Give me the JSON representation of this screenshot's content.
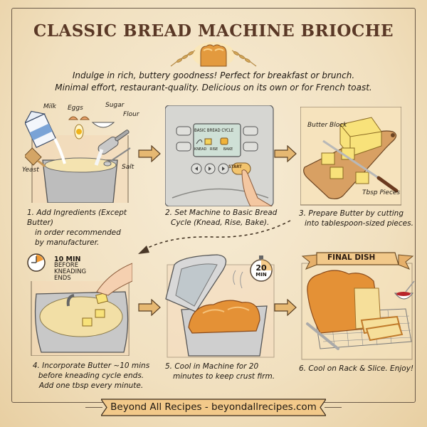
{
  "header": {
    "title": "CLASSIC BREAD MACHINE BRIOCHE",
    "subtitle_line1": "Indulge in rich, buttery goodness! Perfect for breakfast or brunch.",
    "subtitle_line2": "Minimal effort, restaurant-quality. Delicious on its own or for French toast."
  },
  "steps": [
    {
      "number": 1,
      "caption_line1": "1. Add Ingredients (Except Butter)",
      "caption_line2": "in order recommended",
      "caption_line3": "by manufacturer.",
      "labels": {
        "milk": "Milk",
        "eggs": "Eggs",
        "sugar": "Sugar",
        "flour": "Flour",
        "yeast": "Yeast",
        "salt": "Salt",
        "carton": "MILK"
      }
    },
    {
      "number": 2,
      "caption_line1": "2. Set Machine to Basic Bread",
      "caption_line2": "Cycle (Knead, Rise, Bake).",
      "display": {
        "title": "BASIC BREAD CYCLE",
        "modes": [
          "KNEAD",
          "RISE",
          "BAKE"
        ],
        "start": "START"
      }
    },
    {
      "number": 3,
      "caption_line1": "3. Prepare Butter by cutting",
      "caption_line2": "into tablespoon-sized pieces.",
      "labels": {
        "block": "Butter Block",
        "pieces": "Tbsp Pieces"
      }
    },
    {
      "number": 4,
      "caption_line1": "4. Incorporate Butter ~10 mins",
      "caption_line2": "before kneading cycle ends.",
      "caption_line3": "Add one tbsp every minute.",
      "timer": {
        "line1": "10 MIN",
        "line2": "BEFORE",
        "line3": "KNEADING",
        "line4": "ENDS"
      }
    },
    {
      "number": 5,
      "caption_line1": "5. Cool in Machine for 20",
      "caption_line2": "minutes to keep crust firm.",
      "timer": {
        "value": "20",
        "unit": "MIN"
      }
    },
    {
      "number": 6,
      "caption_line1": "6. Cool on Rack & Slice. Enjoy!",
      "banner": "FINAL DISH"
    }
  ],
  "footer": {
    "text": "Beyond All Recipes - beyondallrecipes.com"
  },
  "colors": {
    "paper": "#f4e6cb",
    "title": "#5a3826",
    "arrow": "#e6b872",
    "butter": "#f6dd7a",
    "crust": "#d98a2f",
    "banner": "#f2c98a"
  }
}
